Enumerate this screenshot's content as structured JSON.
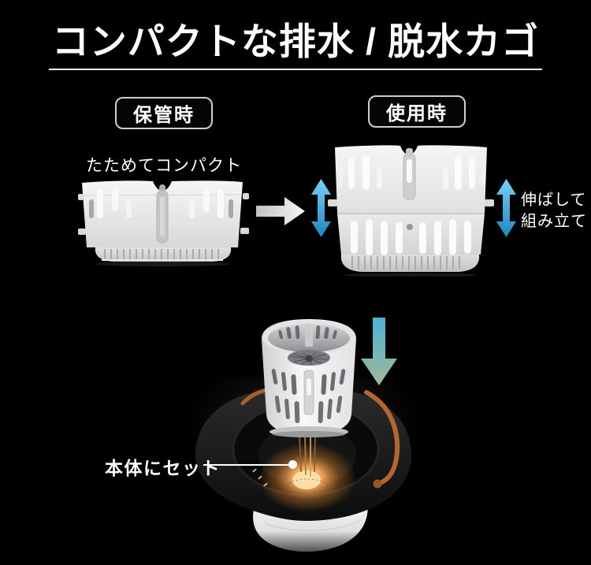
{
  "page": {
    "title": "コンパクトな排水 / 脱水カゴ"
  },
  "sections": {
    "storage": {
      "badge": "保管時",
      "caption": "たためてコンパクト"
    },
    "usage": {
      "badge": "使用時",
      "caption_line1": "伸ばして",
      "caption_line2": "組み立て"
    },
    "install": {
      "label": "本体にセット"
    }
  },
  "icons": {
    "transform_arrow": "right-arrow-icon",
    "expand_arrow_left": "vertical-double-arrow-icon",
    "expand_arrow_right": "vertical-double-arrow-icon",
    "insert_arrow": "down-arrow-icon",
    "pointer_dot": "pointer-dot-icon"
  },
  "colors": {
    "background": "#000000",
    "text": "#ffffff",
    "divider": "#f0f0f0",
    "badge_border": "#cfcfcf",
    "accent_blue_light": "#7ad0f4",
    "accent_blue": "#1f86c0",
    "insert_arrow_top": "#58c0e6",
    "insert_arrow_bottom": "#aec9a5",
    "handle_orange": "#b3662f",
    "glow_amber": "#eda55b",
    "basket_white": "#ececee",
    "unit_dark": "#1a1a1a"
  }
}
